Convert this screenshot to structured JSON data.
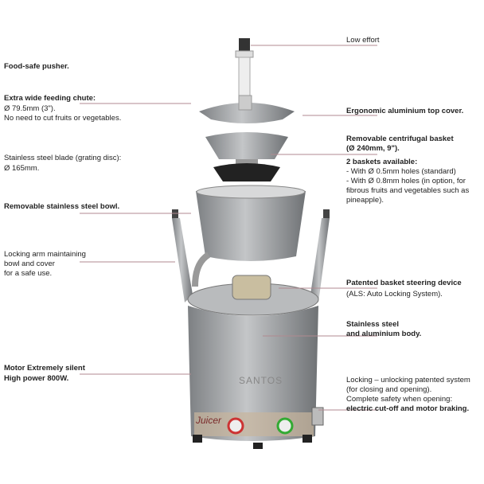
{
  "left_labels": {
    "pusher": "Food-safe pusher.",
    "chute_title": "Extra wide feeding chute:",
    "chute_dim": "Ø 79.5mm (3\").",
    "chute_note": "No need to cut fruits or vegetables.",
    "blade_1": "Stainless steel blade (grating disc):",
    "blade_2": "Ø 165mm.",
    "bowl": "Removable stainless steel bowl.",
    "arm_1": "Locking arm maintaining",
    "arm_2": "bowl and cover",
    "arm_3": "for a safe use.",
    "motor_1": "Motor Extremely silent",
    "motor_2": "High power 800W."
  },
  "right_labels": {
    "low_effort": "Low effort",
    "top_cover": "Ergonomic aluminium top cover.",
    "basket_1": "Removable centrifugal basket",
    "basket_2": "(Ø 240mm, 9\").",
    "baskets_title": "2 baskets available:",
    "baskets_1": "- With Ø 0.5mm holes (standard)",
    "baskets_2": "- With Ø 0.8mm holes (in option, for",
    "baskets_3": "fibrous fruits and vegetables such as",
    "baskets_4": "pineapple).",
    "steering_1": "Patented basket steering device",
    "steering_2": "(ALS: Auto Locking System).",
    "body_1": "Stainless steel",
    "body_2": "and aluminium body.",
    "lock_1": "Locking – unlocking patented system",
    "lock_2": "(for closing and opening).",
    "lock_3": "Complete safety when opening:",
    "lock_4": "electric cut-off and motor braking."
  },
  "product_logo": {
    "juicer": "Juicer",
    "brand": "SANTOS"
  },
  "colors": {
    "leader": "#b08a90",
    "steel": "#a8aaac",
    "dark": "#2a2a2a"
  }
}
